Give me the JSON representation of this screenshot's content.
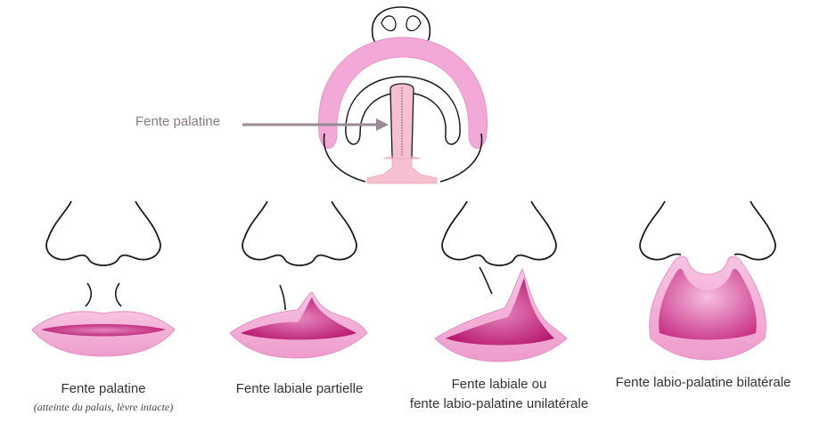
{
  "colors": {
    "lip": "#f0a8d4",
    "lip_dark": "#d4458f",
    "lip_deep": "#b8196e",
    "palate": "#f5c0d0",
    "arch": "#f2a9d8",
    "arrow": "#9a8a96",
    "line": "#1a1a1a"
  },
  "palate_view": {
    "arrow_label": "Fente palatine"
  },
  "panels": [
    {
      "title": "Fente palatine",
      "subtitle": "(atteinte du palais, lèvre intacte)"
    },
    {
      "title": "Fente labiale partielle"
    },
    {
      "title": "Fente labiale ou",
      "title2": "fente labio-palatine unilatérale"
    },
    {
      "title": "Fente labio-palatine bilatérale"
    }
  ]
}
